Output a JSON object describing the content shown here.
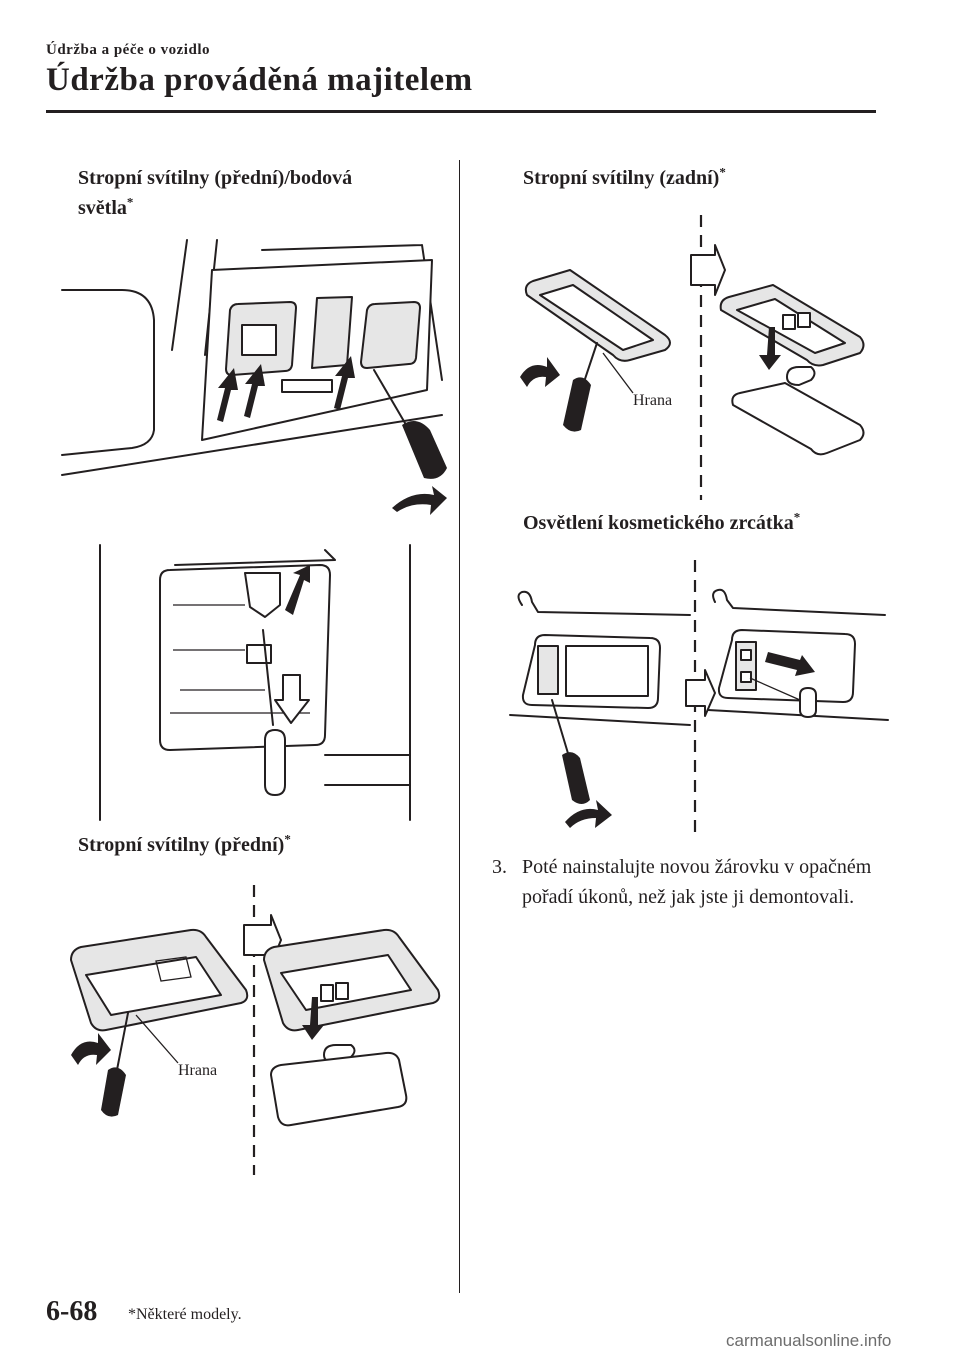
{
  "header": {
    "breadcrumb": "Údržba a péče o vozidlo",
    "title": "Údržba prováděná majitelem"
  },
  "left": {
    "heading_front_spot_line1": "Stropní svítilny (přední)/bodová",
    "heading_front_spot_line2": "světla",
    "heading_front": "Stropní svítilny (přední)",
    "figure_front_label": "Hrana"
  },
  "right": {
    "heading_rear": "Stropní svítilny (zadní)",
    "figure_rear_label": "Hrana",
    "heading_vanity": "Osvětlení kosmetického zrcátka",
    "step_number": "3.",
    "step_text": "Poté nainstalujte novou žárovku v opačném pořadí úkonů, než jak jste ji demontovali."
  },
  "asterisk": "*",
  "footer": {
    "page_number": "6-68",
    "footnote": "*Některé modely.",
    "watermark": "carmanualsonline.info"
  }
}
